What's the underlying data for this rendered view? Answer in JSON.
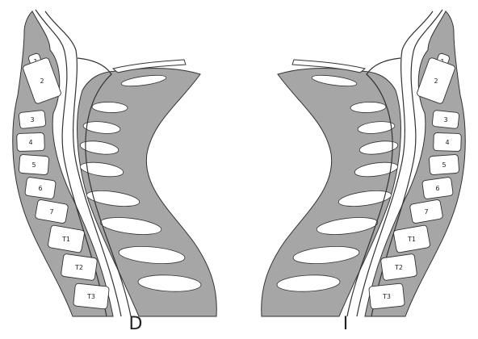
{
  "diagram": {
    "colors": {
      "fill": "#a6a6a6",
      "stroke": "#333333",
      "bone": "#ffffff"
    },
    "vertebrae": [
      "1",
      "2",
      "3",
      "4",
      "5",
      "6",
      "7",
      "T1",
      "T2",
      "T3"
    ],
    "panels": [
      {
        "id": "left",
        "label": "D",
        "mirrored": false
      },
      {
        "id": "right",
        "label": "I",
        "mirrored": true
      }
    ]
  }
}
